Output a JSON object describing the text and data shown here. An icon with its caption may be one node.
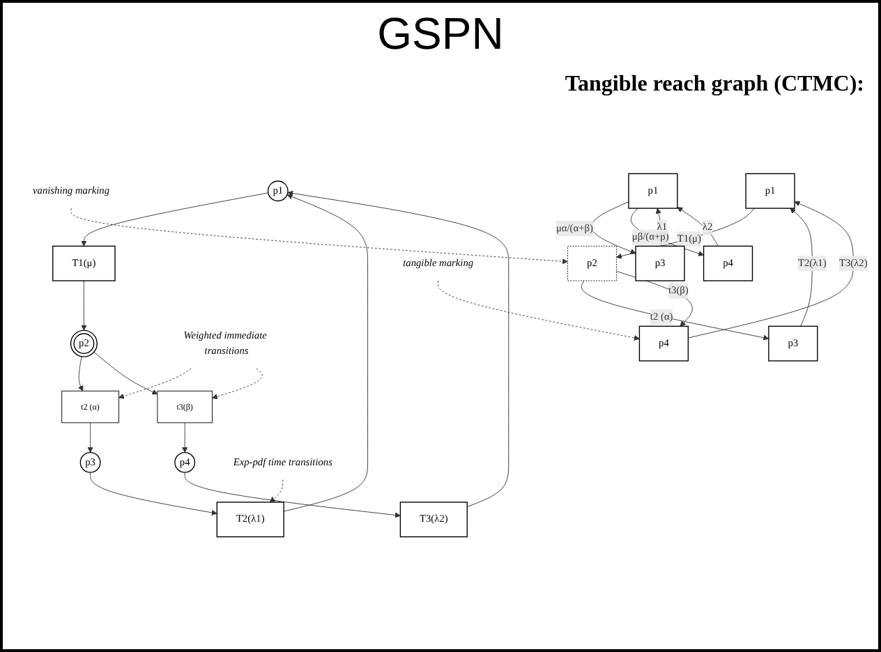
{
  "diagram": {
    "title": "GSPN",
    "nodes": [
      {
        "text": [
          "p1"
        ]
      },
      {
        "text": [
          "T1(μ)"
        ]
      },
      {
        "text": [
          "p2"
        ]
      },
      {
        "text": [
          "t2 (α)"
        ]
      },
      {
        "text": [
          "t3(β)"
        ]
      },
      {
        "text": [
          "p3"
        ]
      },
      {
        "text": [
          "p4"
        ]
      },
      {
        "text": [
          "T2(λ1)"
        ]
      },
      {
        "text": [
          "T3(λ2)"
        ]
      },
      {
        "text": [
          "Exp-pdf time transitions"
        ]
      },
      {
        "text": [
          "Weighted immediate transitions"
        ]
      },
      {
        "text": [
          "p1"
        ]
      },
      {
        "text": [
          "p2"
        ]
      },
      {
        "text": [
          "p3"
        ]
      },
      {
        "text": [
          "p4"
        ]
      },
      {
        "text": [
          "vanishing marking"
        ]
      },
      {
        "text": [
          "tangible marking"
        ]
      },
      {
        "text": [
          "p1"
        ]
      },
      {
        "text": [
          "p3"
        ]
      },
      {
        "text": [
          "p4"
        ]
      }
    ],
    "edges": [
      {
        "from": 0,
        "to": 1,
        "arrow": "to"
      },
      {
        "from": 1,
        "to": 2,
        "arrow": "to"
      },
      {
        "from": 2,
        "to": 3,
        "arrow": "to"
      },
      {
        "from": 2,
        "to": 4,
        "arrow": "to"
      },
      {
        "from": 3,
        "to": 5,
        "arrow": "to"
      },
      {
        "from": 4,
        "to": 6,
        "arrow": "to"
      },
      {
        "from": 5,
        "to": 7,
        "arrow": "to"
      },
      {
        "from": 6,
        "to": 8,
        "arrow": "to"
      },
      {
        "from": 7,
        "to": 0,
        "arrow": "to"
      },
      {
        "from": 8,
        "to": 0,
        "arrow": "to"
      },
      {
        "from": 9,
        "to": 7,
        "arrow": "to",
        "style": "dashed"
      },
      {
        "from": 10,
        "to": 3,
        "arrow": "to",
        "style": "dashed"
      },
      {
        "from": 10,
        "to": 4,
        "arrow": "to",
        "style": "dashed"
      },
      {
        "from": 11,
        "to": 12,
        "arrow": "to",
        "label": "T1(μ)"
      },
      {
        "from": 12,
        "to": 13,
        "arrow": "to",
        "label": "t2 (α)"
      },
      {
        "from": 12,
        "to": 14,
        "arrow": "to",
        "label": "t3(β)"
      },
      {
        "from": 13,
        "to": 11,
        "arrow": "to",
        "label": "T2(λ1)"
      },
      {
        "from": 14,
        "to": 11,
        "arrow": "to",
        "label": "T3(λ2)"
      },
      {
        "from": 15,
        "to": 12,
        "arrow": "to",
        "style": "dashed"
      },
      {
        "from": 16,
        "to": 14,
        "arrow": "to",
        "style": "dashed"
      },
      {
        "from": 17,
        "to": 18,
        "arrow": "to",
        "label": "μα/(α+β)"
      },
      {
        "from": 17,
        "to": 19,
        "arrow": "to",
        "label": "μβ/(α+β)"
      },
      {
        "from": 18,
        "to": 17,
        "arrow": "to",
        "label": "λ1"
      },
      {
        "from": 19,
        "to": 17,
        "arrow": "to",
        "label": "λ2"
      }
    ],
    "labels": [
      "Tangible reach graph (CTMC):"
    ]
  }
}
